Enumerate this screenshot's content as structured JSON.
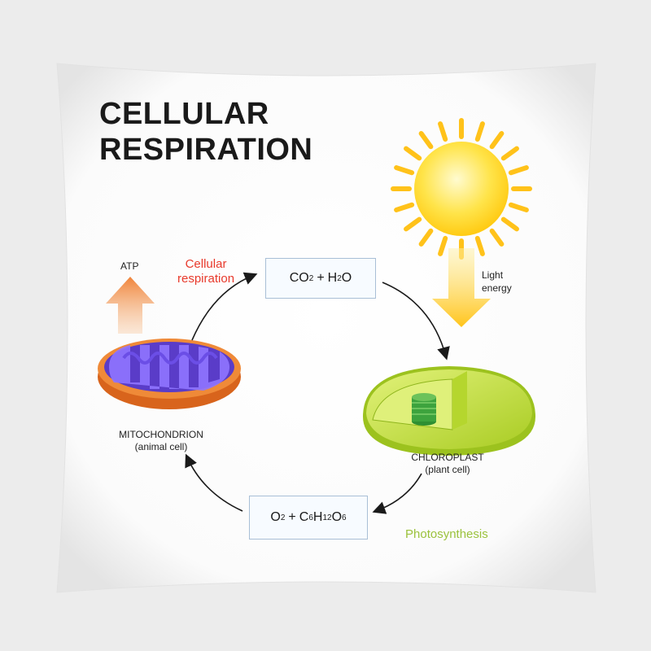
{
  "title": {
    "line1": "CELLULAR",
    "line2": "RESPIRATION"
  },
  "labels": {
    "atp": "ATP",
    "cellular_respiration_line1": "Cellular",
    "cellular_respiration_line2": "respiration",
    "light_energy_line1": "Light",
    "light_energy_line2": "energy",
    "mitochondrion_line1": "MITOCHONDRION",
    "mitochondrion_line2": "(animal cell)",
    "chloroplast_line1": "CHLOROPLAST",
    "chloroplast_line2": "(plant cell)",
    "photosynthesis": "Photosynthesis"
  },
  "formulas": {
    "top": {
      "a": "CO",
      "a_sub": "2",
      "plus": "+",
      "b": "H",
      "b_sub": "2",
      "b_tail": "O"
    },
    "bottom": {
      "a": "O",
      "a_sub": "2",
      "plus": "+",
      "c": "C",
      "c_sub": "6",
      "h": "H",
      "h_sub": "12",
      "o": "O",
      "o_sub": "6"
    }
  },
  "colors": {
    "respiration_label": "#e8392b",
    "photosynthesis_label": "#9bc23c",
    "sun": "#ffd21e",
    "sun_rays": "#ffc21a",
    "mitochondrion_outer": "#e8782a",
    "mitochondrion_inner": "#7b5cf0",
    "chloroplast": "#c6e33a",
    "thylakoid": "#3da33d",
    "formula_border": "#a9bfd6"
  },
  "icons": {
    "sun": "sun-icon",
    "atp_arrow": "arrow-up-icon",
    "light_arrow": "arrow-down-icon"
  }
}
